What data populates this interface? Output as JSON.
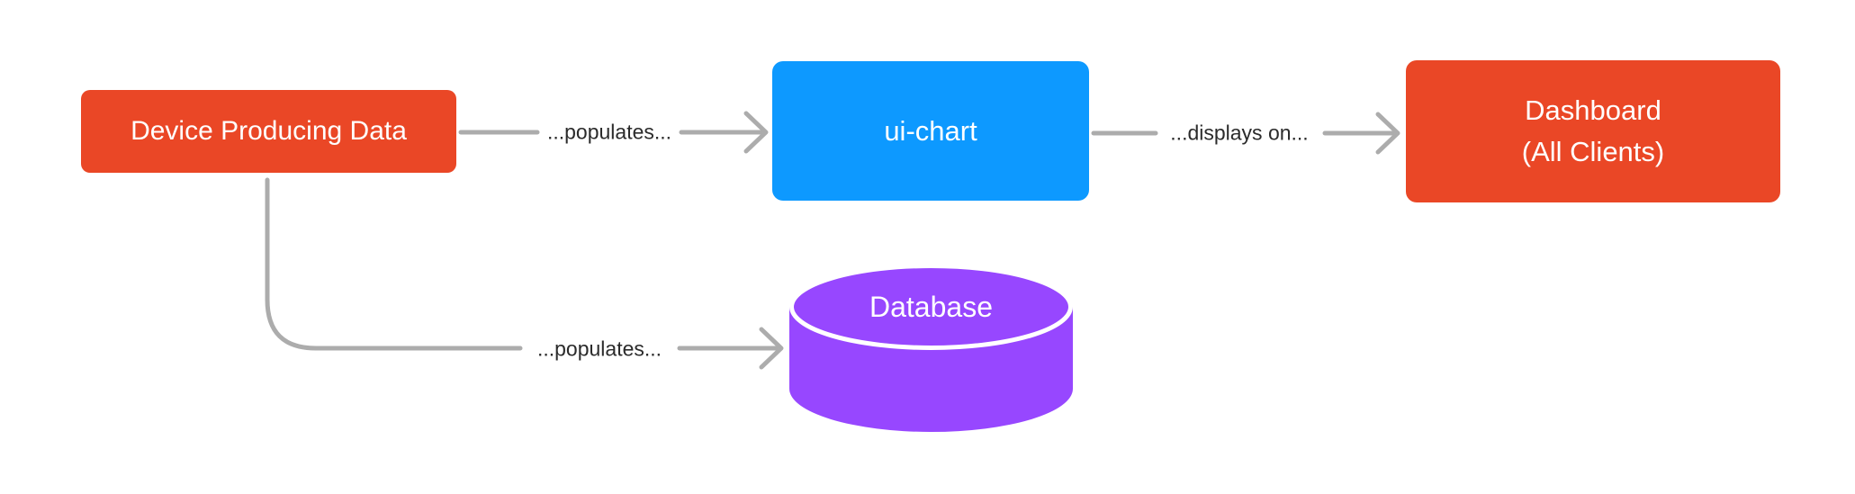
{
  "diagram": {
    "background_color": "#FFFFFF",
    "connector_color": "#ACACAC",
    "edge_label_color": "#2B2B2B",
    "nodes": {
      "device": {
        "label": "Device Producing Data",
        "shape": "rounded-rect",
        "color": "#EA4726",
        "text_color": "#FFFFFF"
      },
      "ui_chart": {
        "label": "ui-chart",
        "shape": "rounded-rect",
        "color": "#0D99FF",
        "text_color": "#FFFFFF"
      },
      "dashboard": {
        "line1": "Dashboard",
        "line2": "(All Clients)",
        "shape": "rounded-rect",
        "color": "#EA4726",
        "text_color": "#FFFFFF"
      },
      "database": {
        "label": "Database",
        "shape": "cylinder",
        "color": "#9747FF",
        "text_color": "#FFFFFF"
      }
    },
    "edges": {
      "device_to_ui_chart": {
        "label": "...populates...",
        "from": "device",
        "to": "ui_chart"
      },
      "ui_chart_to_dashboard": {
        "label": "...displays on...",
        "from": "ui_chart",
        "to": "dashboard"
      },
      "device_to_database": {
        "label": "...populates...",
        "from": "device",
        "to": "database"
      }
    }
  }
}
